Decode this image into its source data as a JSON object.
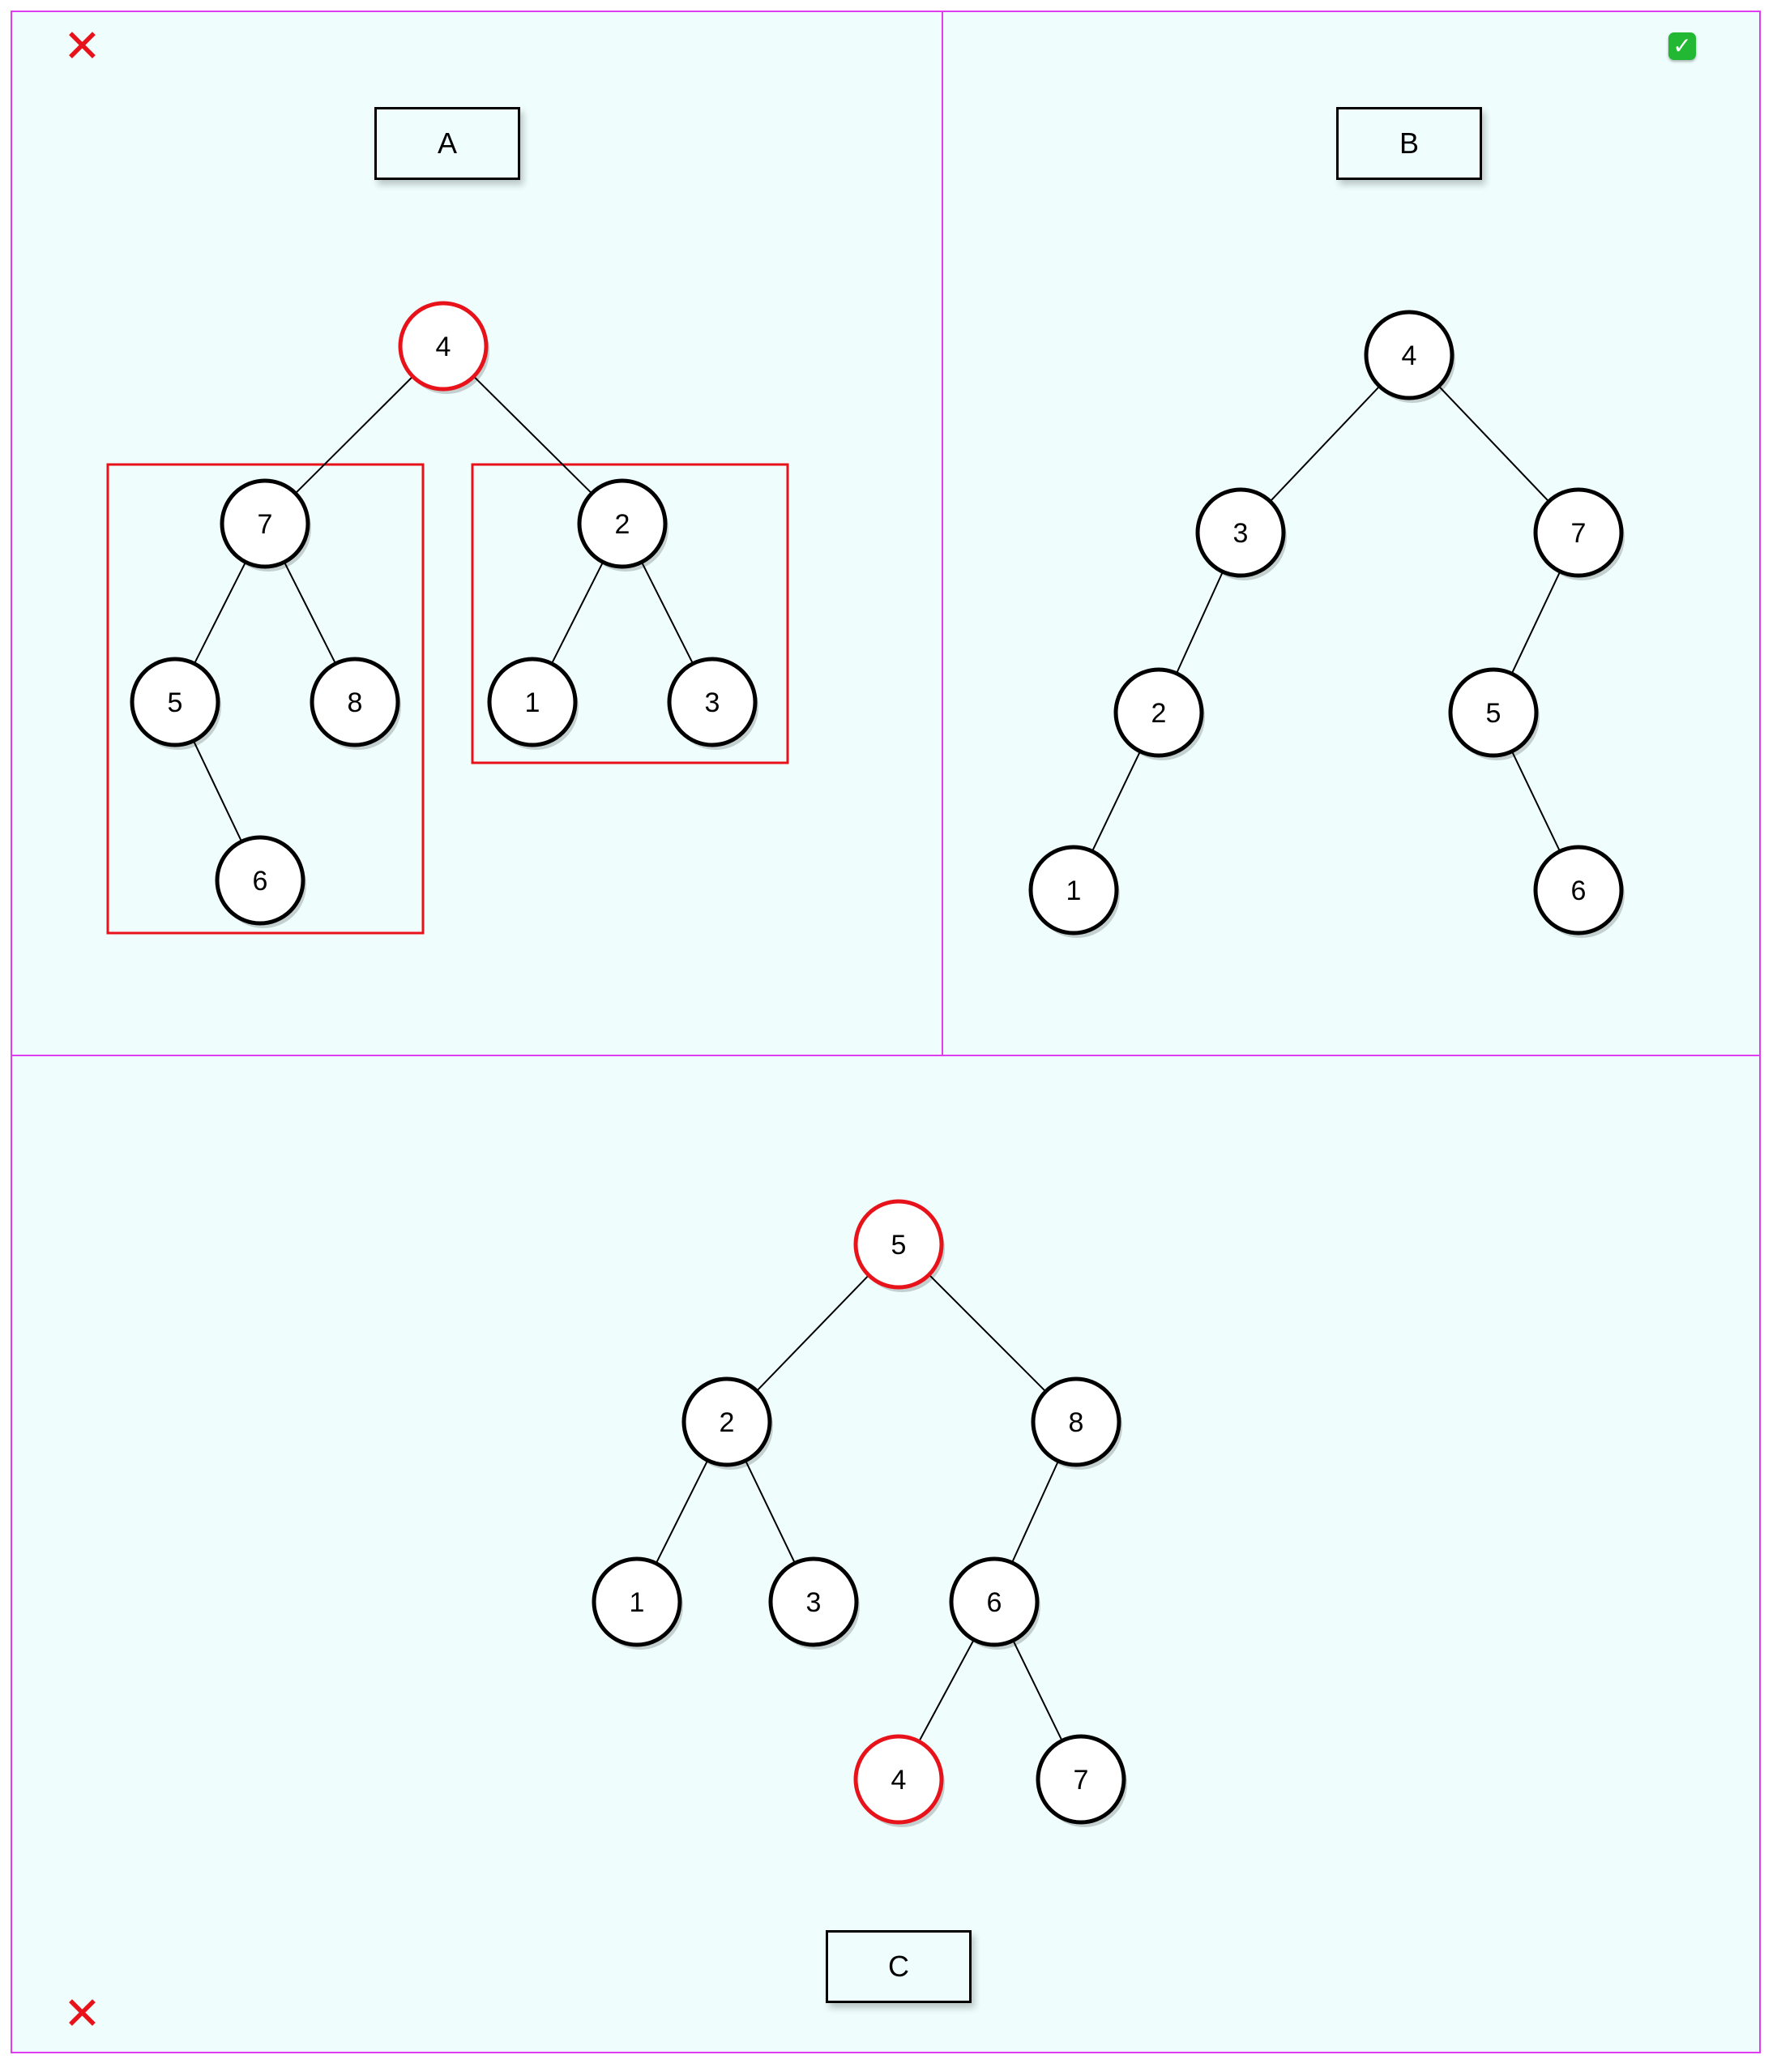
{
  "panels": [
    {
      "label": "A",
      "verdict": "incorrect",
      "nodes": [
        {
          "id": "a4",
          "value": "4",
          "highlight": true
        },
        {
          "id": "a7",
          "value": "7",
          "highlight": false
        },
        {
          "id": "a2",
          "value": "2",
          "highlight": false
        },
        {
          "id": "a5",
          "value": "5",
          "highlight": false
        },
        {
          "id": "a8",
          "value": "8",
          "highlight": false
        },
        {
          "id": "a1",
          "value": "1",
          "highlight": false
        },
        {
          "id": "a3",
          "value": "3",
          "highlight": false
        },
        {
          "id": "a6",
          "value": "6",
          "highlight": false
        }
      ],
      "edges": [
        [
          "a4",
          "a7"
        ],
        [
          "a4",
          "a2"
        ],
        [
          "a7",
          "a5"
        ],
        [
          "a7",
          "a8"
        ],
        [
          "a5",
          "a6"
        ],
        [
          "a2",
          "a1"
        ],
        [
          "a2",
          "a3"
        ]
      ],
      "highlight_groups": [
        "left-subtree",
        "right-subtree"
      ]
    },
    {
      "label": "B",
      "verdict": "correct",
      "nodes": [
        {
          "id": "b4",
          "value": "4",
          "highlight": false
        },
        {
          "id": "b3",
          "value": "3",
          "highlight": false
        },
        {
          "id": "b7",
          "value": "7",
          "highlight": false
        },
        {
          "id": "b2",
          "value": "2",
          "highlight": false
        },
        {
          "id": "b5",
          "value": "5",
          "highlight": false
        },
        {
          "id": "b1",
          "value": "1",
          "highlight": false
        },
        {
          "id": "b6",
          "value": "6",
          "highlight": false
        }
      ],
      "edges": [
        [
          "b4",
          "b3"
        ],
        [
          "b4",
          "b7"
        ],
        [
          "b3",
          "b2"
        ],
        [
          "b2",
          "b1"
        ],
        [
          "b7",
          "b5"
        ],
        [
          "b5",
          "b6"
        ]
      ]
    },
    {
      "label": "C",
      "verdict": "incorrect",
      "nodes": [
        {
          "id": "c5",
          "value": "5",
          "highlight": true
        },
        {
          "id": "c2",
          "value": "2",
          "highlight": false
        },
        {
          "id": "c8",
          "value": "8",
          "highlight": false
        },
        {
          "id": "c1",
          "value": "1",
          "highlight": false
        },
        {
          "id": "c3",
          "value": "3",
          "highlight": false
        },
        {
          "id": "c6",
          "value": "6",
          "highlight": false
        },
        {
          "id": "c4",
          "value": "4",
          "highlight": true
        },
        {
          "id": "c7",
          "value": "7",
          "highlight": false
        }
      ],
      "edges": [
        [
          "c5",
          "c2"
        ],
        [
          "c5",
          "c8"
        ],
        [
          "c2",
          "c1"
        ],
        [
          "c2",
          "c3"
        ],
        [
          "c8",
          "c6"
        ],
        [
          "c6",
          "c4"
        ],
        [
          "c6",
          "c7"
        ]
      ]
    }
  ],
  "colors": {
    "panel_bg": "#effefd",
    "panel_border": "#e03cf0",
    "node_border": "#000000",
    "highlight": "#e8121b",
    "check": "#22b833"
  },
  "icons": {
    "incorrect": "cross-icon",
    "correct": "checkmark-icon"
  }
}
